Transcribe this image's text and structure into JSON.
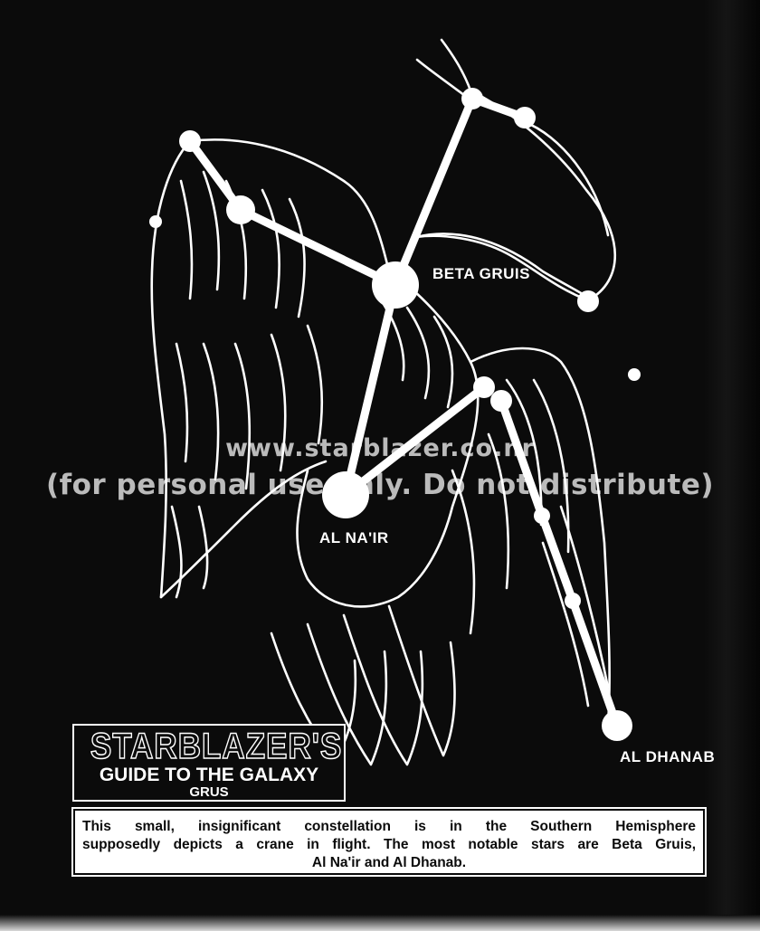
{
  "stars": {
    "beta_gruis": "BETA GRUIS",
    "al_nair": "AL NA'IR",
    "al_dhanab": "AL DHANAB"
  },
  "watermark": {
    "line1": "www.starblazer.co.nr",
    "line2": "(for personal use only. Do not distribute)"
  },
  "title_box": {
    "logo": "STARBLAZER'S",
    "guide": "GUIDE TO THE GALAXY",
    "constellation": "GRUS"
  },
  "caption": {
    "line1": "This small, insignificant constellation is in the Southern Hemisphere",
    "line2": "supposedly depicts a crane in flight. The most notable stars are Beta Gruis,",
    "line3": "Al Na'ir and Al Dhanab."
  },
  "colors": {
    "background": "#0b0b0b",
    "ink": "#ffffff"
  }
}
